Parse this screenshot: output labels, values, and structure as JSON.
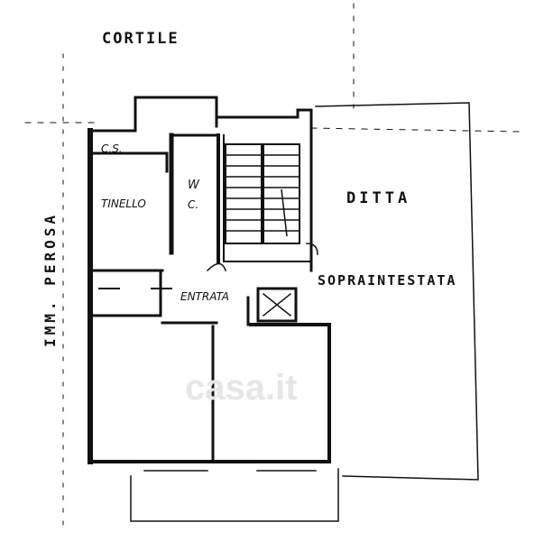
{
  "labels": {
    "cortile": "CORTILE",
    "ditta": "DITTA",
    "sopraintestata": "SOPRAINTESTATA",
    "imm_perosa": "IMM. PEROSA",
    "cs": "C.S.",
    "tinello": "TINELLO",
    "wc": "W",
    "c": "C.",
    "entrata": "ENTRATA"
  },
  "watermark": "casa.it",
  "colors": {
    "ink": "#111111",
    "watermark": "#e6e6e6"
  }
}
